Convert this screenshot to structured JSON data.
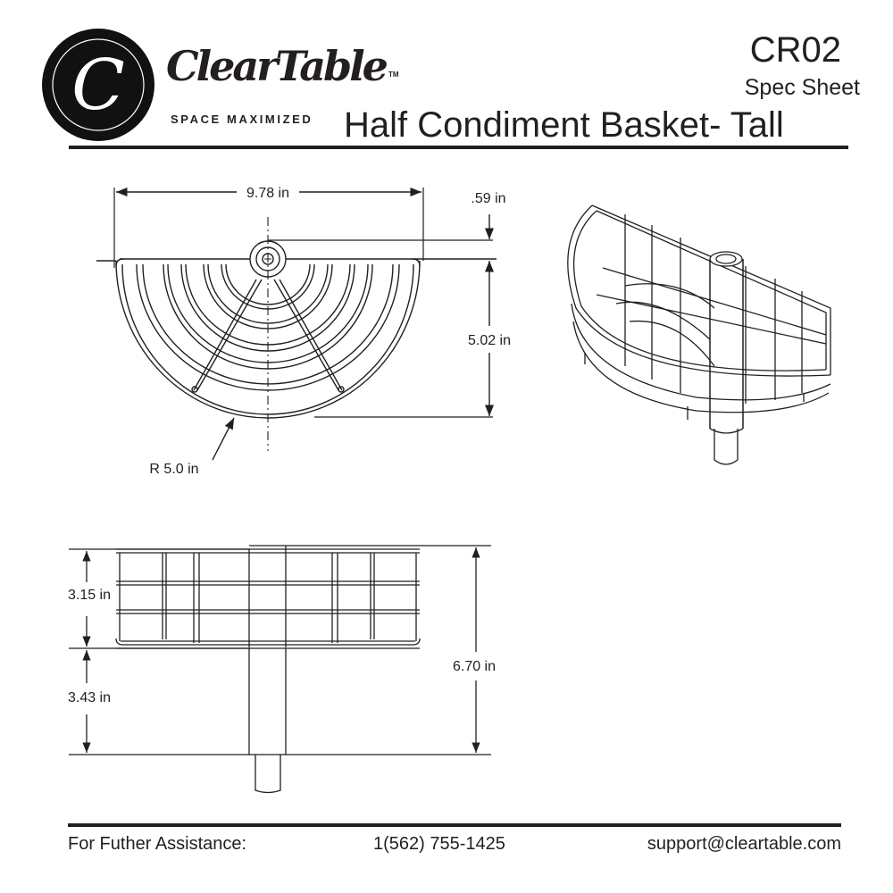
{
  "header": {
    "brand": "ClearTable",
    "trademark": "TM",
    "tagline": "SPACE MAXIMIZED",
    "logo_letter": "C",
    "model": "CR02",
    "doc_type": "Spec Sheet",
    "title": "Half Condiment Basket- Tall"
  },
  "drawings": {
    "top_view": {
      "width": "9.78 in",
      "post_offset": ".59 in",
      "depth": "5.02 in",
      "radius": "R 5.0 in"
    },
    "front_view": {
      "basket_height": "3.15 in",
      "post_height": "3.43 in",
      "total_height": "6.70 in"
    }
  },
  "footer": {
    "assistance": "For Futher Assistance:",
    "phone": "1(562) 755-1425",
    "email": "support@cleartable.com"
  }
}
